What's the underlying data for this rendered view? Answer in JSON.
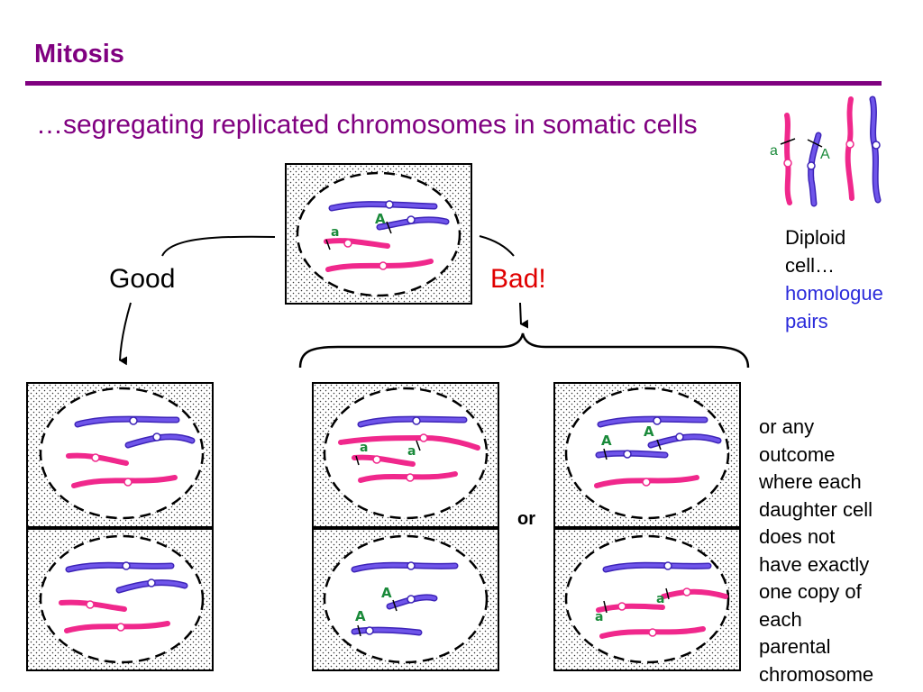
{
  "slide": {
    "title": "Mitosis",
    "subtitle": "…segregating replicated chromosomes in somatic cells"
  },
  "labels": {
    "good": "Good",
    "bad": "Bad!",
    "or": "or",
    "allele_lower": "a",
    "allele_upper": "A"
  },
  "legend": {
    "lines": [
      "Diploid",
      "cell…",
      "homologue",
      "pairs"
    ]
  },
  "outcome_note": {
    "lines": [
      "or any",
      "outcome",
      "where each",
      "daughter cell",
      "does not",
      "have exactly",
      "one copy of",
      "each",
      "parental",
      "chromosome"
    ]
  },
  "colors": {
    "title": "#800080",
    "bad": "#e00000",
    "chromosome_blue": "#4a2bd6",
    "chromosome_pink": "#f0288c",
    "allele_green": "#1a8a3a",
    "homologue_text": "#2b2bdb"
  }
}
